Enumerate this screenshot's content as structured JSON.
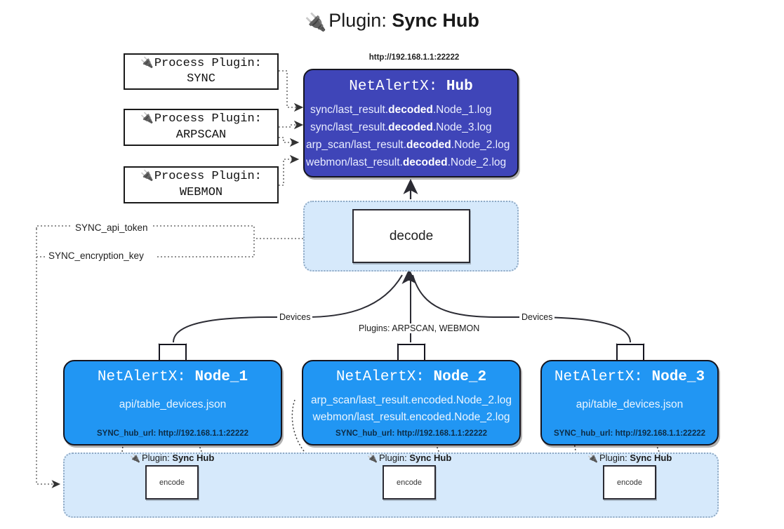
{
  "title": {
    "icon": "plug-icon",
    "lead": "Plugin: ",
    "strong": "Sync Hub",
    "glyph": "🔌"
  },
  "process_plugins": [
    {
      "line1": "Process Plugin:",
      "line2": "SYNC"
    },
    {
      "line1": "Process Plugin:",
      "line2": "ARPSCAN"
    },
    {
      "line1": "Process Plugin:",
      "line2": "WEBMON"
    }
  ],
  "hub": {
    "url": "http://192.168.1.1:22222",
    "title_prefix": "NetAlertX: ",
    "title_name": "Hub",
    "rows": [
      {
        "pre": "sync/last_result.",
        "bold": "decoded",
        "post": ".Node_1.log"
      },
      {
        "pre": "sync/last_result.",
        "bold": "decoded",
        "post": ".Node_3.log"
      },
      {
        "pre": "arp_scan/last_result.",
        "bold": "decoded",
        "post": ".Node_2.log"
      },
      {
        "pre": "webmon/last_result.",
        "bold": "decoded",
        "post": ".Node_2.log"
      }
    ]
  },
  "decode": {
    "label": "decode"
  },
  "keys": {
    "api_token": "SYNC_api_token",
    "encryption_key": "SYNC_encryption_key"
  },
  "edge_labels": {
    "devices_left": "Devices",
    "devices_right": "Devices",
    "plugins_center": "Plugins: ARPSCAN, WEBMON"
  },
  "nodes": [
    {
      "title_prefix": "NetAlertX: ",
      "title_name": "Node_1",
      "rows": [
        "api/table_devices.json"
      ],
      "url_label": "SYNC_hub_url: http://192.168.1.1:22222",
      "mail_icon": "envelope-icon"
    },
    {
      "title_prefix": "NetAlertX: ",
      "title_name": "Node_2",
      "rows": [
        "arp_scan/last_result.encoded.Node_2.log",
        "webmon/last_result.encoded.Node_2.log"
      ],
      "url_label": "SYNC_hub_url: http://192.168.1.1:22222",
      "mail_icon": "envelope-icon"
    },
    {
      "title_prefix": "NetAlertX: ",
      "title_name": "Node_3",
      "rows": [
        "api/table_devices.json"
      ],
      "url_label": "SYNC_hub_url: http://192.168.1.1:22222",
      "mail_icon": "envelope-icon"
    }
  ],
  "encoders": [
    {
      "tag_lead": "Plugin: ",
      "tag_strong": "Sync Hub",
      "label": "encode"
    },
    {
      "tag_lead": "Plugin: ",
      "tag_strong": "Sync Hub",
      "label": "encode"
    },
    {
      "tag_lead": "Plugin: ",
      "tag_strong": "Sync Hub",
      "label": "encode"
    }
  ],
  "colors": {
    "hub_fill": "#3f45b8",
    "node_fill": "#2196f3",
    "region_fill": "#d6e9fb",
    "region_border": "#8fa9c4",
    "stroke": "#15151f"
  }
}
